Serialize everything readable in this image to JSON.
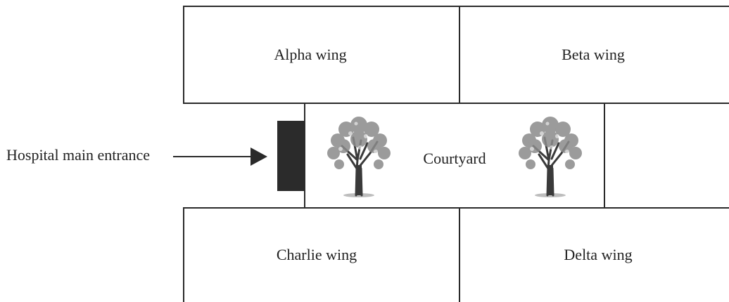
{
  "diagram": {
    "wings": {
      "alpha": "Alpha wing",
      "beta": "Beta wing",
      "charlie": "Charlie wing",
      "delta": "Delta wing"
    },
    "courtyard": "Courtyard",
    "entrance_label": "Hospital main entrance"
  },
  "colors": {
    "line": "#2a2a2a",
    "entrance_block": "#2b2b2b",
    "tree_trunk": "#3a3a3a",
    "tree_leaves": "#8a8a8a",
    "background": "#ffffff"
  },
  "icons": {
    "tree_left": "tree-icon",
    "tree_right": "tree-icon",
    "entrance_arrow": "arrow-right-icon"
  }
}
